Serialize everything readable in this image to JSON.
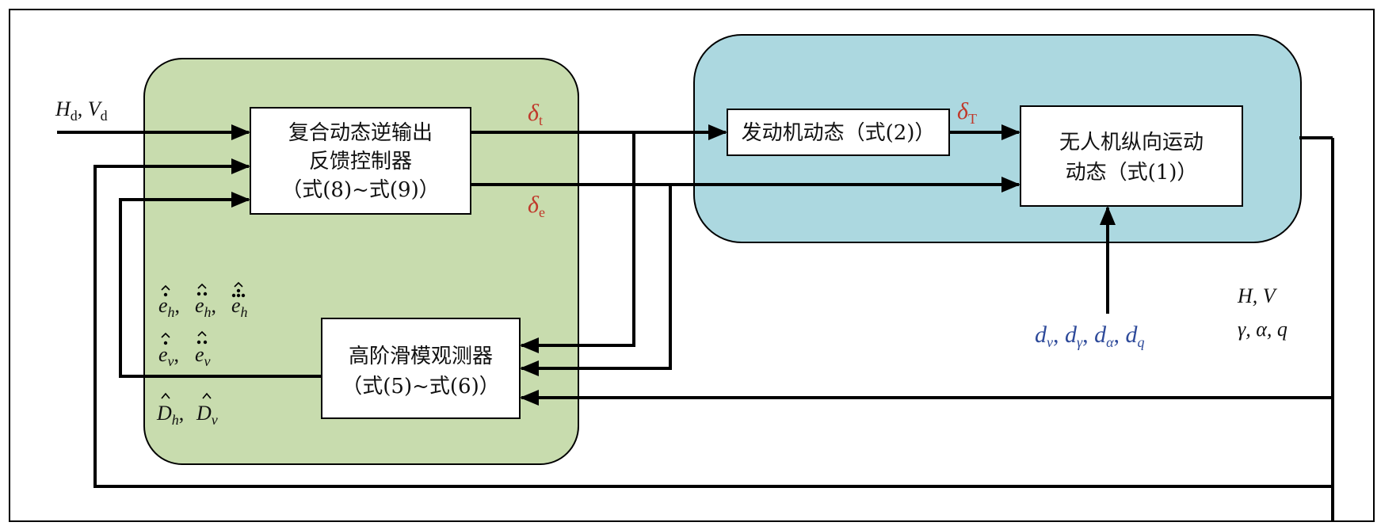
{
  "controller": {
    "line1": "复合动态逆输出",
    "line2": "反馈控制器",
    "line3": "（式(8)~式(9)）"
  },
  "observer": {
    "line1": "高阶滑模观测器",
    "line2": "（式(5)~式(6)）"
  },
  "engine": {
    "label": "发动机动态（式(2)）"
  },
  "uav": {
    "line1": "无人机纵向运动",
    "line2": "动态（式(1)）"
  },
  "input": {
    "H": "H",
    "H_sub": "d",
    "sep": ", ",
    "V": "V",
    "V_sub": "d"
  },
  "signals": {
    "delta": "δ",
    "delta_t_sub": "t",
    "delta_e_sub": "e",
    "delta_T_sub": "T"
  },
  "disturbances": {
    "d": "d",
    "subs": [
      "v",
      "γ",
      "α",
      "q"
    ],
    "sep": ", "
  },
  "outputs": {
    "line1": "H, V",
    "line2": "γ, α, q"
  },
  "estimates": {
    "e": "e",
    "h": "h",
    "v": "v",
    "D": "D",
    "sep": ", "
  },
  "colors": {
    "green_region": "#c8dcae",
    "blue_region": "#acd8e0",
    "signal_red": "#c0392b",
    "disturbance_blue": "#2e4a9a"
  }
}
